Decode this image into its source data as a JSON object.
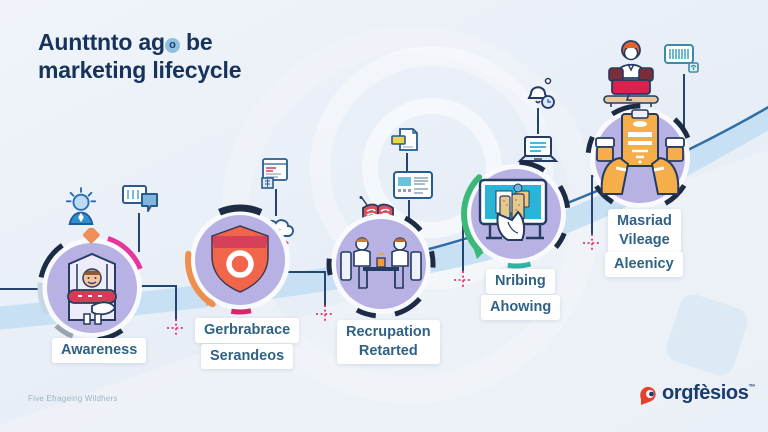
{
  "title": {
    "text_before_dot": "Aunttnto ag",
    "dot_char": "o",
    "text_after_dot": " be",
    "line2": "marketing lifecycle"
  },
  "stages": [
    {
      "name": "awareness",
      "box1": [
        "Awareness"
      ]
    },
    {
      "name": "gerbrabrace-serandeos",
      "box1": [
        "Gerbrabrace"
      ],
      "box2": [
        "Serandeos"
      ]
    },
    {
      "name": "recrupation-retarted",
      "box1": [
        "Recrupation",
        "Retarted"
      ]
    },
    {
      "name": "nribing-ahowing",
      "box1": [
        "Nribing"
      ],
      "box2": [
        "Ahowing"
      ]
    },
    {
      "name": "masriad-vileage-aleenicy",
      "box1": [
        "Masriad",
        "Vileage"
      ],
      "box2": [
        "Aleenicy"
      ]
    }
  ],
  "footer": {
    "caption": "Five Efrageing Wildhers"
  },
  "logo": {
    "text": "orgfèsios",
    "tm": "™"
  },
  "icons": {
    "stage1": [
      "idea-person-icon",
      "chat-messages-icon",
      "booth-person-megaphone-illustration",
      "diamond-marker-icon"
    ],
    "stage2": [
      "browser-window-icon",
      "cloud-cursor-icon",
      "shield-illustration"
    ],
    "stage3": [
      "file-tag-icon",
      "tablet-doc-icon",
      "open-book-icon",
      "interview-meeting-illustration"
    ],
    "stage4": [
      "bell-clock-icon",
      "laptop-icon",
      "monitor-hand-illustration"
    ],
    "stage5": [
      "desk-person-icon",
      "barcode-ticket-icon",
      "clipboard-hands-illustration"
    ]
  },
  "colors": {
    "background": "#e9eff7",
    "band_fill": "#c6def2",
    "band_edge": "#2f6ea6",
    "circle_fill": "#b7b2e3",
    "navy": "#1d2b45",
    "accent_pink": "#e8336d",
    "accent_magenta": "#c4177c",
    "accent_orange": "#f08e4e",
    "accent_green": "#3cb878",
    "accent_teal": "#2ab5d8",
    "shield_orange": "#f1664a",
    "clipboard_orange": "#f5ae49",
    "label_text": "#2f6285",
    "title_text": "#16335b",
    "logo_red": "#e8402a"
  }
}
